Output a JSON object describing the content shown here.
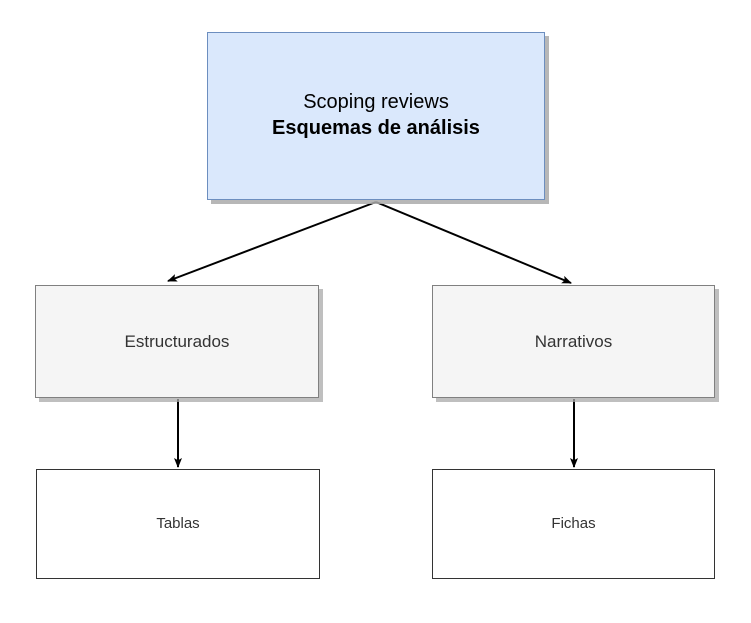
{
  "diagram": {
    "title_node": {
      "line1": "Scoping reviews",
      "line2": "Esquemas de análisis",
      "fill_color": "#dae8fc",
      "border_color": "#6c8ebf"
    },
    "branches": [
      {
        "label": "Estructurados",
        "fill_color": "#f5f5f5",
        "border_color": "#808080"
      },
      {
        "label": "Narrativos",
        "fill_color": "#f5f5f5",
        "border_color": "#808080"
      }
    ],
    "leaves": [
      {
        "label": "Tablas",
        "fill_color": "#ffffff",
        "border_color": "#333333"
      },
      {
        "label": "Fichas",
        "fill_color": "#ffffff",
        "border_color": "#333333"
      }
    ],
    "edges": [
      {
        "from": "Esquemas de análisis",
        "to": "Estructurados"
      },
      {
        "from": "Esquemas de análisis",
        "to": "Narrativos"
      },
      {
        "from": "Estructurados",
        "to": "Tablas"
      },
      {
        "from": "Narrativos",
        "to": "Fichas"
      }
    ],
    "background_color": "#ffffff",
    "arrow_color": "#000000"
  }
}
